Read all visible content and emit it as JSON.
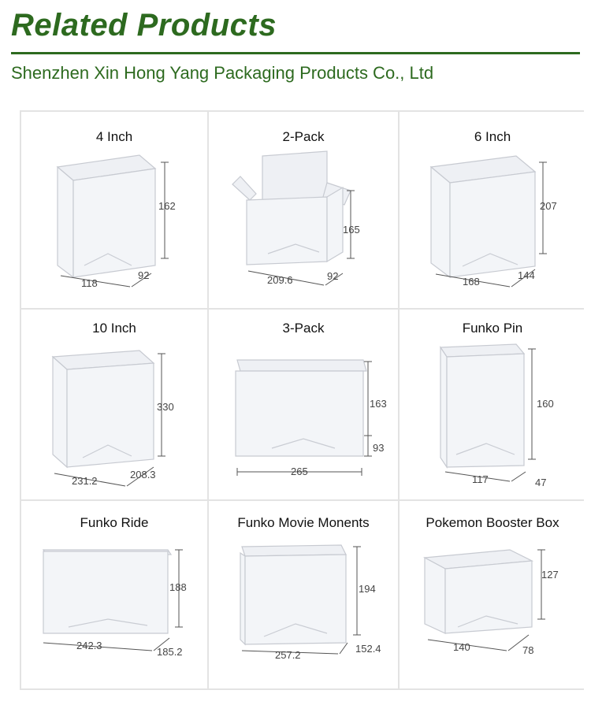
{
  "header": {
    "title": "Related Products",
    "subtitle": "Shenzhen Xin Hong Yang Packaging Products Co., Ltd"
  },
  "products": [
    {
      "name": "4 Inch",
      "width": "118",
      "depth": "92",
      "height": "162"
    },
    {
      "name": "2-Pack",
      "width": "209.6",
      "depth": "92",
      "height": "165"
    },
    {
      "name": "6 Inch",
      "width": "168",
      "depth": "144",
      "height": "207"
    },
    {
      "name": "10 Inch",
      "width": "231.2",
      "depth": "208.3",
      "height": "330"
    },
    {
      "name": "3-Pack",
      "width": "265",
      "depth": "93",
      "height": "163"
    },
    {
      "name": "Funko Pin",
      "width": "117",
      "depth": "47",
      "height": "160"
    },
    {
      "name": "Funko Ride",
      "width": "242.3",
      "depth": "185.2",
      "height": "188"
    },
    {
      "name": "Funko Movie Monents",
      "width": "257.2",
      "depth": "152.4",
      "height": "194"
    },
    {
      "name": "Pokemon Booster Box",
      "width": "140",
      "depth": "78",
      "height": "127"
    }
  ],
  "colors": {
    "brand_green": "#2d6a1f",
    "grid_border": "#e3e3e3"
  }
}
